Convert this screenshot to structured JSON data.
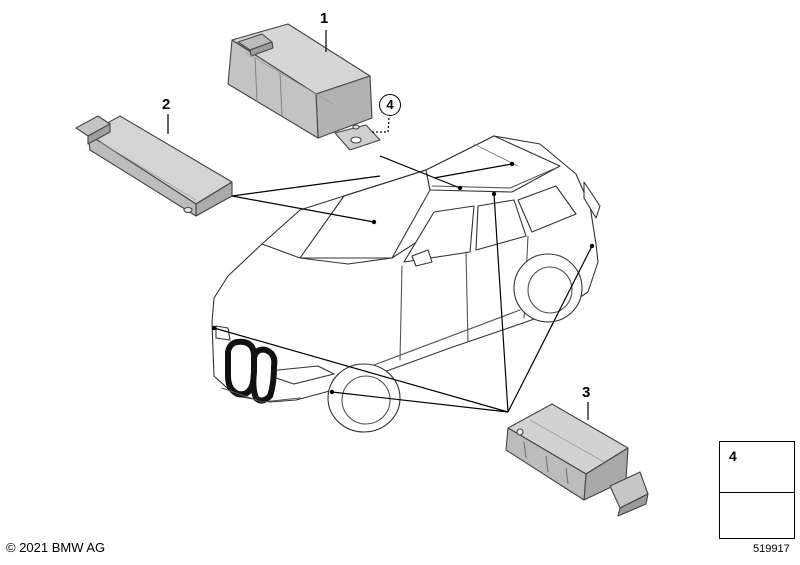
{
  "diagram": {
    "callouts": [
      {
        "id": "1",
        "label": "1"
      },
      {
        "id": "2",
        "label": "2"
      },
      {
        "id": "3",
        "label": "3"
      },
      {
        "id": "4",
        "label": "4"
      }
    ],
    "legend": {
      "item_number": "4"
    },
    "copyright": "© 2021 BMW AG",
    "document_number": "519917"
  }
}
